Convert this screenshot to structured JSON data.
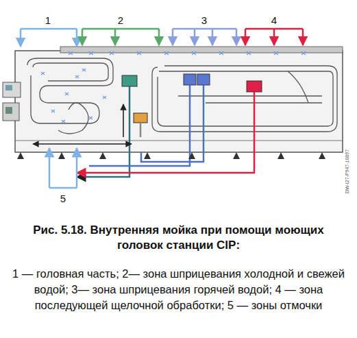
{
  "diagram": {
    "caption": "Рис. 5.18. Внутренняя мойка при помощи моющих головок станции CIP:",
    "labels": [
      "1",
      "2",
      "3",
      "4",
      "5",
      "1 — головная часть; 2— зона шприцевания холодной и свежей водой; 3— зона шприцевания горячей водой; 4 — зона последующей щелочной обработки; 5 — зоны отмочки",
      "DW-I27-P947-10897"
    ]
  }
}
